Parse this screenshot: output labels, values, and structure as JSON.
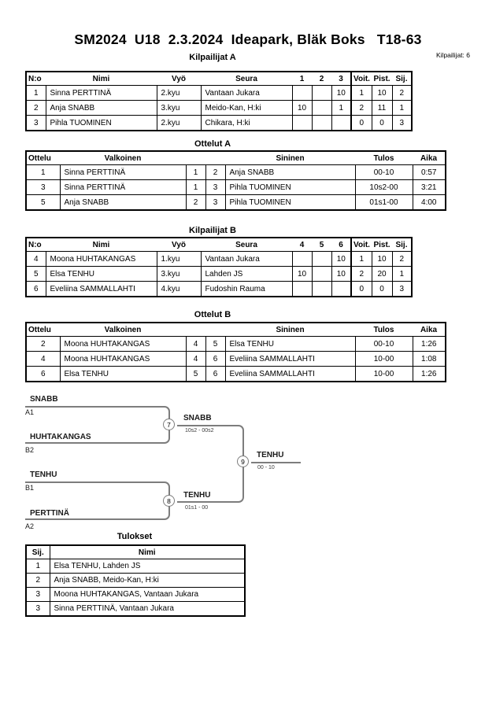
{
  "page": {
    "title": "SM2024  U18  2.3.2024  Ideapark, Bläk Boks   T18-63",
    "participants_label": "Kilpailijat: 6"
  },
  "kilpailijat_a": {
    "heading": "Kilpailijat A",
    "headers": {
      "no": "N:o",
      "nimi": "Nimi",
      "vyo": "Vyö",
      "seura": "Seura",
      "m1": "1",
      "m2": "2",
      "m3": "3",
      "voit": "Voit.",
      "pist": "Pist.",
      "sij": "Sij."
    },
    "rows": [
      {
        "no": "1",
        "nimi": "Sinna PERTTINÄ",
        "vyo": "2.kyu",
        "seura": "Vantaan Jukara",
        "m1": "",
        "m2": "",
        "m3": "10",
        "voit": "1",
        "pist": "10",
        "sij": "2"
      },
      {
        "no": "2",
        "nimi": "Anja SNABB",
        "vyo": "3.kyu",
        "seura": "Meido-Kan, H:ki",
        "m1": "10",
        "m2": "",
        "m3": "1",
        "voit": "2",
        "pist": "11",
        "sij": "1"
      },
      {
        "no": "3",
        "nimi": "Pihla TUOMINEN",
        "vyo": "2.kyu",
        "seura": "Chikara, H:ki",
        "m1": "",
        "m2": "",
        "m3": "",
        "voit": "0",
        "pist": "0",
        "sij": "3"
      }
    ]
  },
  "ottelut_a": {
    "heading": "Ottelut A",
    "headers": {
      "ottelu": "Ottelu",
      "valkoinen": "Valkoinen",
      "sininen": "Sininen",
      "tulos": "Tulos",
      "aika": "Aika"
    },
    "rows": [
      {
        "ottelu": "1",
        "valkoinen": "Sinna PERTTINÄ",
        "wn": "1",
        "bn": "2",
        "sininen": "Anja SNABB",
        "tulos": "00-10",
        "aika": "0:57"
      },
      {
        "ottelu": "3",
        "valkoinen": "Sinna PERTTINÄ",
        "wn": "1",
        "bn": "3",
        "sininen": "Pihla TUOMINEN",
        "tulos": "10s2-00",
        "aika": "3:21"
      },
      {
        "ottelu": "5",
        "valkoinen": "Anja SNABB",
        "wn": "2",
        "bn": "3",
        "sininen": "Pihla TUOMINEN",
        "tulos": "01s1-00",
        "aika": "4:00"
      }
    ]
  },
  "kilpailijat_b": {
    "heading": "Kilpailijat B",
    "headers": {
      "no": "N:o",
      "nimi": "Nimi",
      "vyo": "Vyö",
      "seura": "Seura",
      "m1": "4",
      "m2": "5",
      "m3": "6",
      "voit": "Voit.",
      "pist": "Pist.",
      "sij": "Sij."
    },
    "rows": [
      {
        "no": "4",
        "nimi": "Moona HUHTAKANGAS",
        "vyo": "1.kyu",
        "seura": "Vantaan Jukara",
        "m1": "",
        "m2": "",
        "m3": "10",
        "voit": "1",
        "pist": "10",
        "sij": "2"
      },
      {
        "no": "5",
        "nimi": "Elsa TENHU",
        "vyo": "3.kyu",
        "seura": "Lahden JS",
        "m1": "10",
        "m2": "",
        "m3": "10",
        "voit": "2",
        "pist": "20",
        "sij": "1"
      },
      {
        "no": "6",
        "nimi": "Eveliina SAMMALLAHTI",
        "vyo": "4.kyu",
        "seura": "Fudoshin Rauma",
        "m1": "",
        "m2": "",
        "m3": "",
        "voit": "0",
        "pist": "0",
        "sij": "3"
      }
    ]
  },
  "ottelut_b": {
    "heading": "Ottelut B",
    "headers": {
      "ottelu": "Ottelu",
      "valkoinen": "Valkoinen",
      "sininen": "Sininen",
      "tulos": "Tulos",
      "aika": "Aika"
    },
    "rows": [
      {
        "ottelu": "2",
        "valkoinen": "Moona HUHTAKANGAS",
        "wn": "4",
        "bn": "5",
        "sininen": "Elsa TENHU",
        "tulos": "00-10",
        "aika": "1:26"
      },
      {
        "ottelu": "4",
        "valkoinen": "Moona HUHTAKANGAS",
        "wn": "4",
        "bn": "6",
        "sininen": "Eveliina SAMMALLAHTI",
        "tulos": "10-00",
        "aika": "1:08"
      },
      {
        "ottelu": "6",
        "valkoinen": "Elsa TENHU",
        "wn": "5",
        "bn": "6",
        "sininen": "Eveliina SAMMALLAHTI",
        "tulos": "10-00",
        "aika": "1:26"
      }
    ]
  },
  "bracket": {
    "semi1": {
      "top_name": "SNABB",
      "top_seed": "A1",
      "bottom_name": "HUHTAKANGAS",
      "bottom_seed": "B2",
      "match_no": "7",
      "winner": "SNABB",
      "score": "10s2 - 00s2"
    },
    "semi2": {
      "top_name": "TENHU",
      "top_seed": "B1",
      "bottom_name": "PERTTINÄ",
      "bottom_seed": "A2",
      "match_no": "8",
      "winner": "TENHU",
      "score": "01s1 - 00"
    },
    "final": {
      "match_no": "9",
      "winner": "TENHU",
      "score": "00 - 10"
    }
  },
  "tulokset": {
    "heading": "Tulokset",
    "headers": {
      "sij": "Sij.",
      "nimi": "Nimi"
    },
    "rows": [
      {
        "sij": "1",
        "nimi": "Elsa TENHU, Lahden JS"
      },
      {
        "sij": "2",
        "nimi": "Anja SNABB, Meido-Kan, H:ki"
      },
      {
        "sij": "3",
        "nimi": "Moona HUHTAKANGAS, Vantaan Jukara"
      },
      {
        "sij": "3",
        "nimi": "Sinna PERTTINÄ, Vantaan Jukara"
      }
    ]
  }
}
